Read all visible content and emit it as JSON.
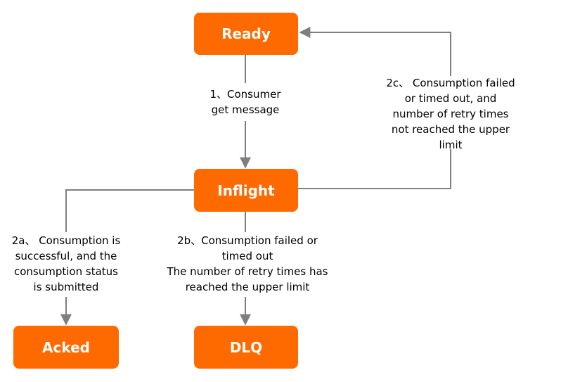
{
  "nodes": {
    "ready": "Ready",
    "inflight": "Inflight",
    "acked": "Acked",
    "dlq": "DLQ"
  },
  "edges": {
    "e1": "1、Consumer\nget message",
    "e2a": "2a、 Consumption is\nsuccessful, and the\nconsumption status\nis submitted",
    "e2b": "2b、Consumption failed or\ntimed out\nThe number of retry times has\nreached the upper limit",
    "e2c": "2c、 Consumption failed\nor timed out, and\nnumber of retry times\nnot reached the upper\nlimit"
  },
  "colors": {
    "node_fill": "#FF6A00",
    "node_text": "#FFFFFF",
    "connector": "#7F7F7F"
  }
}
